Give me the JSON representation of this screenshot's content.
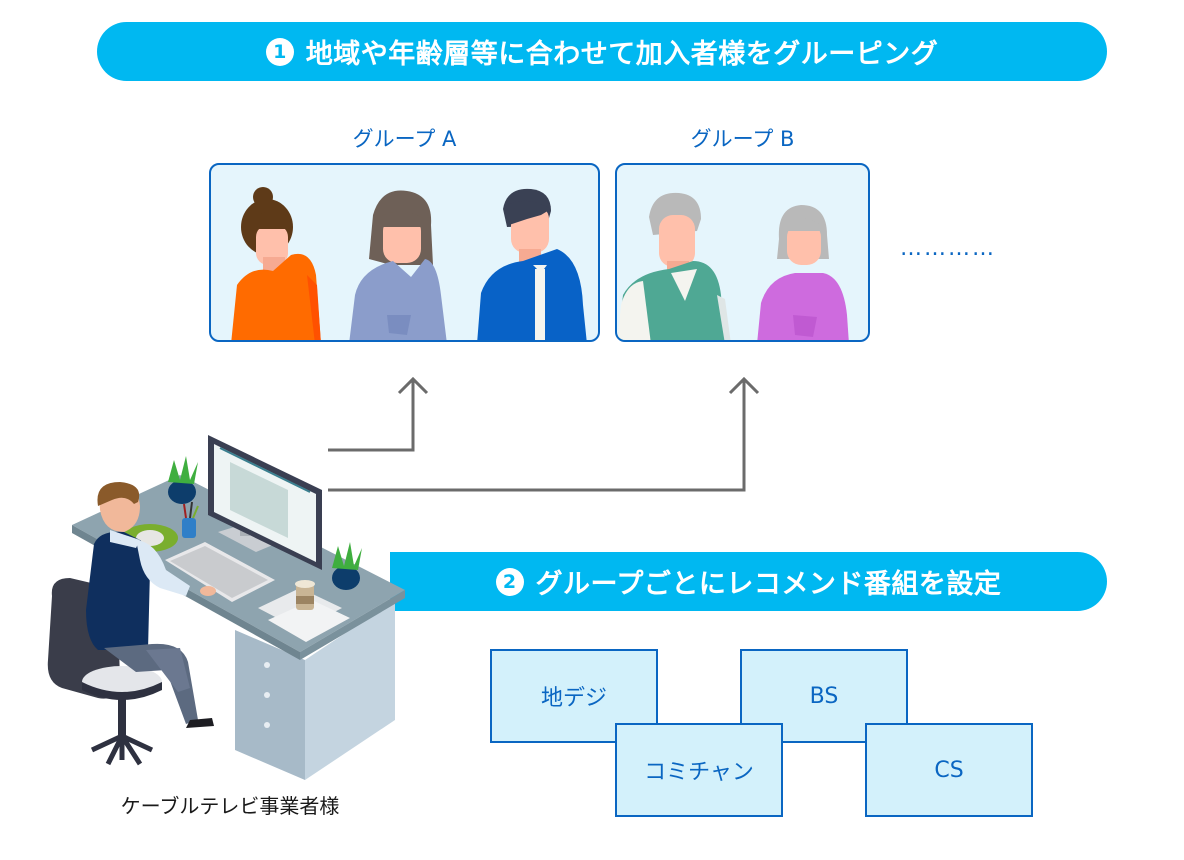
{
  "step1": {
    "number": "1",
    "title": "地域や年齢層等に合わせて加入者様をグルーピング"
  },
  "groups": [
    {
      "label": "グループ A",
      "members": [
        "woman-orange-top",
        "woman-lavender-top",
        "man-blue-jacket"
      ]
    },
    {
      "label": "グループ B",
      "members": [
        "elderly-man-green-vest",
        "elderly-woman-purple-top"
      ]
    }
  ],
  "more_groups_indicator": "…………",
  "step2": {
    "number": "2",
    "title": "グループごとにレコメンド番組を設定"
  },
  "channels": [
    "地デジ",
    "BS",
    "コミチャン",
    "CS"
  ],
  "operator": {
    "label": "ケーブルテレビ事業者様"
  },
  "colors": {
    "banner": "#00b8f1",
    "accent_blue": "#0a66c2",
    "box_fill": "#e5f5fc",
    "channel_fill": "#d3f1fb",
    "arrow": "#6b6b6b"
  }
}
